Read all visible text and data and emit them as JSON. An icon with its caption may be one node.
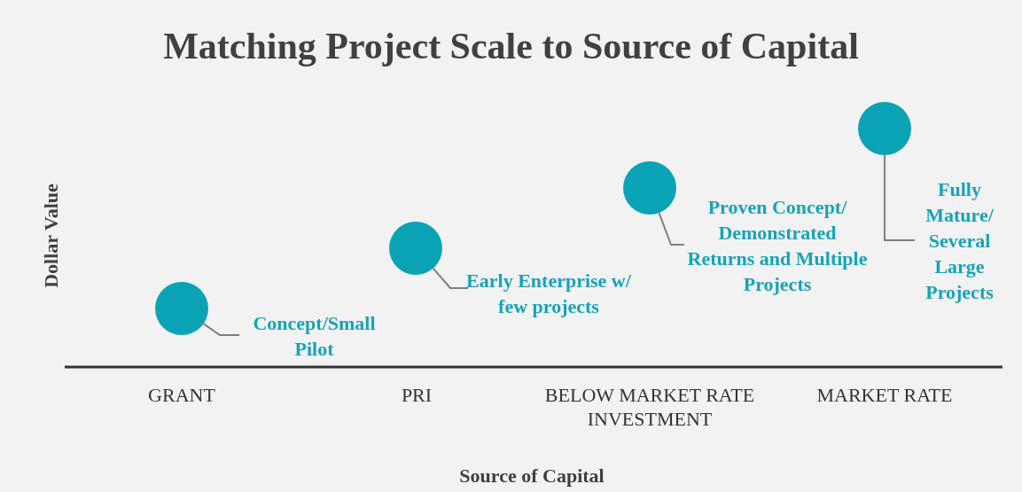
{
  "diagram": {
    "title": "Matching Project Scale to Source of Capital",
    "nodes": [
      {
        "text": [],
        "shape": "circle"
      },
      {
        "text": [
          "Concept/Small Pilot"
        ]
      },
      {
        "text": [],
        "shape": "circle"
      },
      {
        "text": [
          "Early Enterprise w/ few projects"
        ]
      },
      {
        "text": [],
        "shape": "circle"
      },
      {
        "text": [
          "Proven Concept/ Demonstrated Returns and Multiple Projects"
        ]
      },
      {
        "text": [],
        "shape": "circle"
      },
      {
        "text": [
          "Fully Mature/ Several Large Projects"
        ]
      }
    ],
    "edges": [
      {
        "from": 1,
        "to": 0,
        "arrow": "none"
      },
      {
        "from": 3,
        "to": 2,
        "arrow": "none"
      },
      {
        "from": 5,
        "to": 4,
        "arrow": "none"
      },
      {
        "from": 7,
        "to": 6,
        "arrow": "none"
      }
    ],
    "labels": [
      "Dollar Value",
      "GRANT",
      "PRI",
      "BELOW MARKET RATE INVESTMENT",
      "MARKET RATE",
      "Source of Capital"
    ]
  }
}
